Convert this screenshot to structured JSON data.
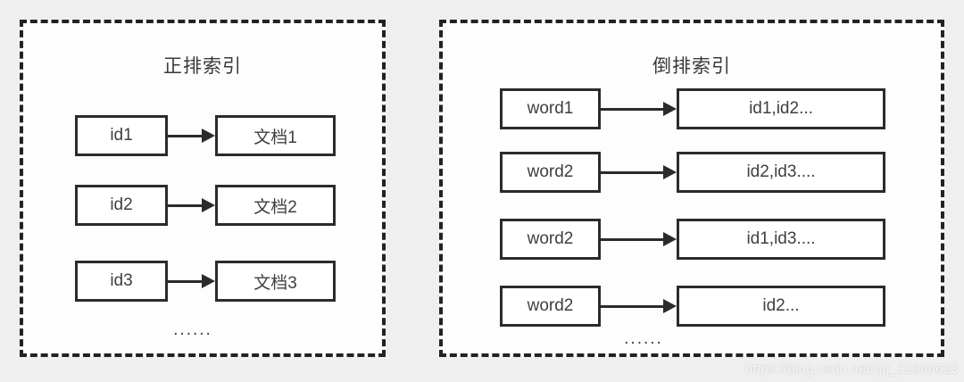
{
  "colors": {
    "canvas_bg": "#efefef",
    "panel_bg": "#fdfdfd",
    "line": "#2b2b2b",
    "text": "#3f3f3f",
    "watermark": "#e6e6e6"
  },
  "panels": [
    {
      "title": "正排索引",
      "rows": [
        {
          "left": "id1",
          "right": "文档1"
        },
        {
          "left": "id2",
          "right": "文档2"
        },
        {
          "left": "id3",
          "right": "文档3"
        }
      ],
      "ellipsis": "......"
    },
    {
      "title": "倒排索引",
      "rows": [
        {
          "left": "word1",
          "right": "id1,id2..."
        },
        {
          "left": "word2",
          "right": "id2,id3...."
        },
        {
          "left": "word2",
          "right": "id1,id3...."
        },
        {
          "left": "word2",
          "right": "id2..."
        }
      ],
      "ellipsis": "......"
    }
  ],
  "watermark": "https://blog.csdn.net/qq_31960623"
}
